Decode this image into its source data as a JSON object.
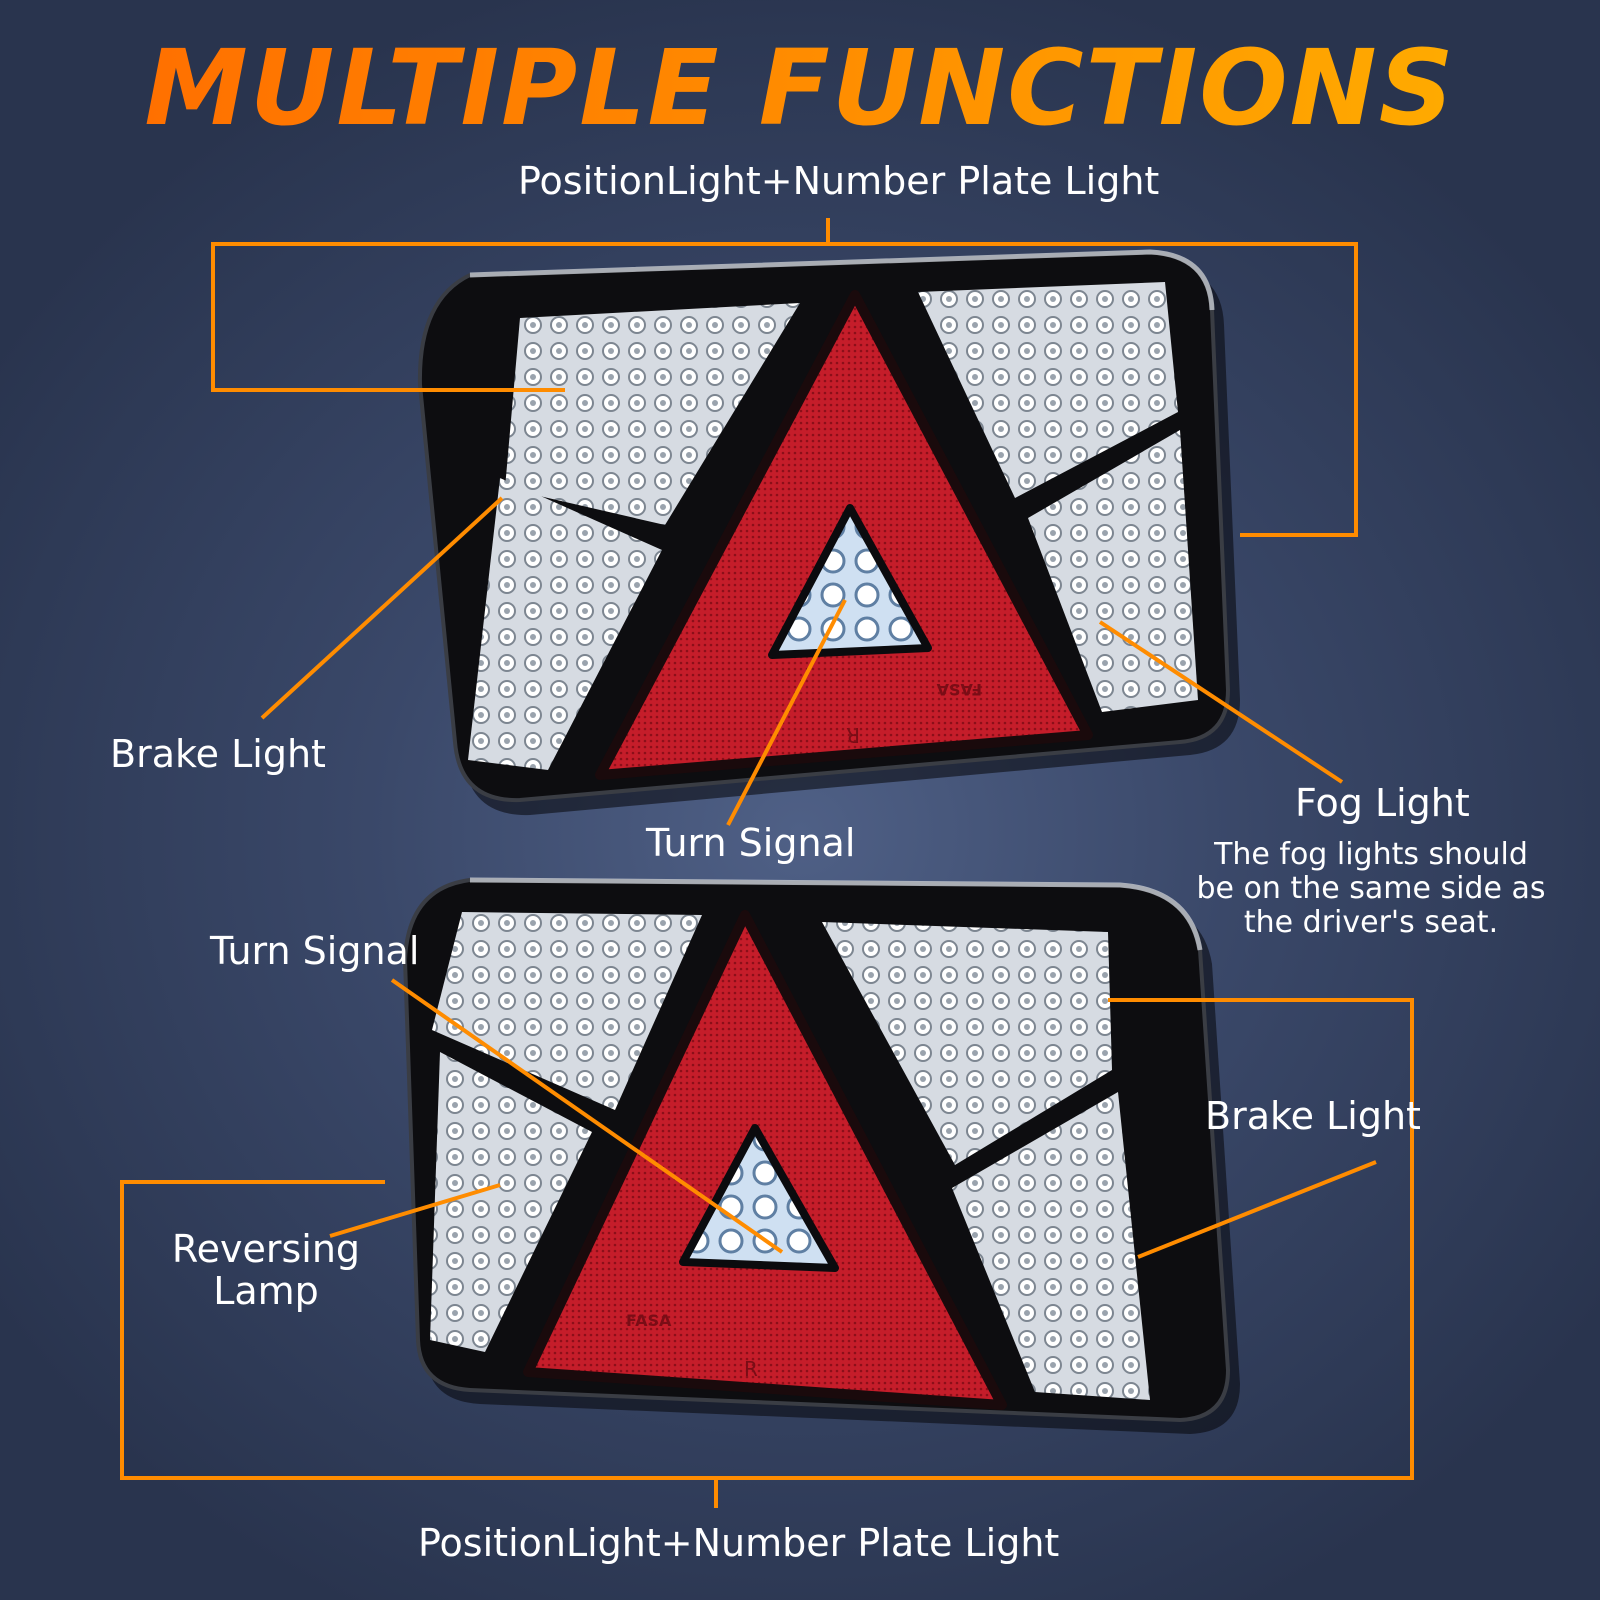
{
  "title": "MULTIPLE FUNCTIONS",
  "colors": {
    "accent": "#ff8c00",
    "background": "#34415f",
    "reflector_red": "#c8202c",
    "housing": "#0d0d10",
    "text": "#ffffff"
  },
  "labels": {
    "top_position": "PositionLight+Number Plate Light",
    "top_brake": "Brake Light",
    "top_turn": "Turn Signal",
    "fog": "Fog Light",
    "fog_note": "The fog lights should be on the same side as the driver's seat.",
    "bottom_turn": "Turn Signal",
    "bottom_brake": "Brake Light",
    "reversing": "Reversing Lamp",
    "bottom_position": "PositionLight+Number Plate Light"
  },
  "lamp_marking": {
    "brand": "FASA",
    "reflector_mark": "R"
  }
}
